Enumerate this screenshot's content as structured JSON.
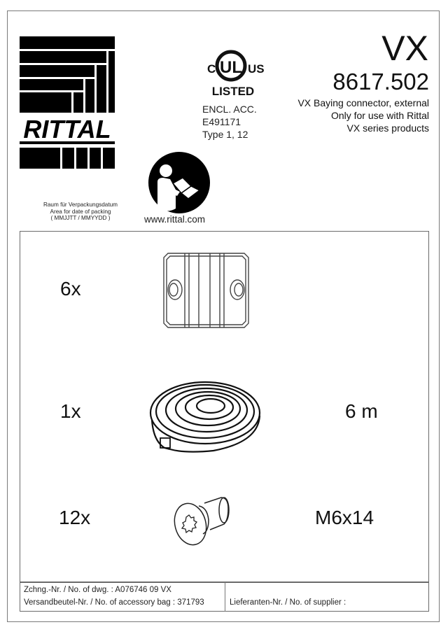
{
  "header": {
    "brand": "RITTAL",
    "product_line": "VX",
    "part_number": "8617.502",
    "description_lines": [
      "VX Baying connector, external",
      "Only for use with Rittal",
      "VX series products"
    ],
    "certification": {
      "mark_c": "C",
      "mark_ul": "UL",
      "mark_us": "US",
      "listed": "LISTED",
      "lines": [
        "ENCL. ACC.",
        "E491171",
        "Type 1, 12"
      ]
    },
    "packing_date_area": [
      "Raum für Verpackungsdatum",
      "Area for date of packing",
      "( MMJJTT / MMYYDD )"
    ],
    "website": "www.rittal.com"
  },
  "contents": [
    {
      "quantity": "6x",
      "item": "baying-clamp",
      "spec": ""
    },
    {
      "quantity": "1x",
      "item": "seal-strip-coil",
      "spec": "6 m"
    },
    {
      "quantity": "12x",
      "item": "countersunk-screw",
      "spec": "M6x14"
    }
  ],
  "footer": {
    "drawing_no": "Zchng.-Nr. / No. of dwg. : A076746 09 VX",
    "accessory_bag_no": "Versandbeutel-Nr. / No. of accessory bag : 371793",
    "supplier_no": "Lieferanten-Nr. / No. of supplier :"
  }
}
